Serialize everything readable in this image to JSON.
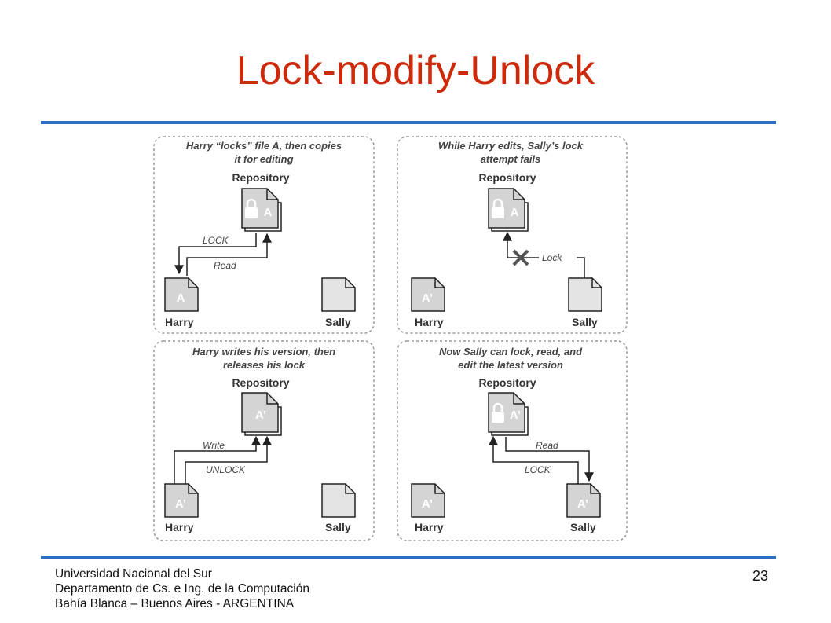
{
  "slide": {
    "title": "Lock-modify-Unlock",
    "page_number": "23"
  },
  "footer": {
    "line1": "Universidad Nacional del Sur",
    "line2": "Departamento de Cs. e Ing. de la Computación",
    "line3": "Bahía Blanca – Buenos Aires - ARGENTINA"
  },
  "colors": {
    "title": "#cc2a0a",
    "rule": "#2c6fc4"
  },
  "panels": [
    {
      "caption1": "Harry “locks” file A, then copies",
      "caption2": "it for editing",
      "repository": "Repository",
      "repo_file": "A",
      "repo_locked": true,
      "harry": "Harry",
      "harry_file": "A",
      "sally": "Sally",
      "sally_file": "",
      "arrow_labels": [
        "LOCK",
        "Read"
      ]
    },
    {
      "caption1": "While Harry edits, Sally’s lock",
      "caption2": "attempt fails",
      "repository": "Repository",
      "repo_file": "A",
      "repo_locked": true,
      "harry": "Harry",
      "harry_file": "A’",
      "sally": "Sally",
      "sally_file": "",
      "arrow_labels": [
        "Lock"
      ]
    },
    {
      "caption1": "Harry writes his version, then",
      "caption2": "releases his lock",
      "repository": "Repository",
      "repo_file": "A’",
      "repo_locked": false,
      "harry": "Harry",
      "harry_file": "A’",
      "sally": "Sally",
      "sally_file": "",
      "arrow_labels": [
        "Write",
        "UNLOCK"
      ]
    },
    {
      "caption1": "Now Sally can lock, read, and",
      "caption2": "edit the latest version",
      "repository": "Repository",
      "repo_file": "A’",
      "repo_locked": true,
      "harry": "Harry",
      "harry_file": "A’",
      "sally": "Sally",
      "sally_file": "A’",
      "arrow_labels": [
        "Read",
        "LOCK"
      ]
    }
  ],
  "icons": [
    "document-icon",
    "padlock-icon",
    "failed-x-icon"
  ]
}
